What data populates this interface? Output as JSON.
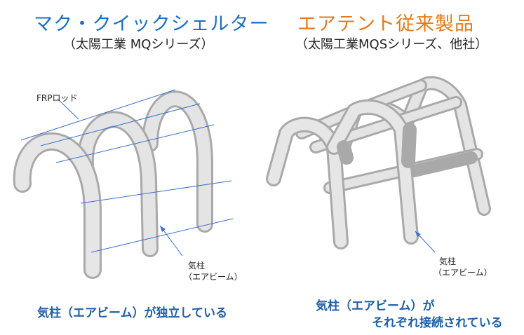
{
  "left": {
    "title": "マク・クイックシェルター",
    "subtitle": "（太陽工業 MQシリーズ）",
    "rod_label": "FRPロッド",
    "beam_label_1": "気柱",
    "beam_label_2": "（エアビーム）",
    "caption": "気柱（エアビーム）が独立している"
  },
  "right": {
    "title": "エアテント従来製品",
    "subtitle": "（太陽工業MQSシリーズ、他社）",
    "beam_label_1": "気柱",
    "beam_label_2": "（エアビーム）",
    "caption_line1": "気柱（エアビーム）が",
    "caption_line2": "それぞれ接続されている"
  },
  "colors": {
    "left_title": "#1a6fc4",
    "right_title": "#e47a19",
    "caption": "#1f5fa8",
    "rod": "#3a6fd0",
    "tube": "#d4d4d4"
  }
}
